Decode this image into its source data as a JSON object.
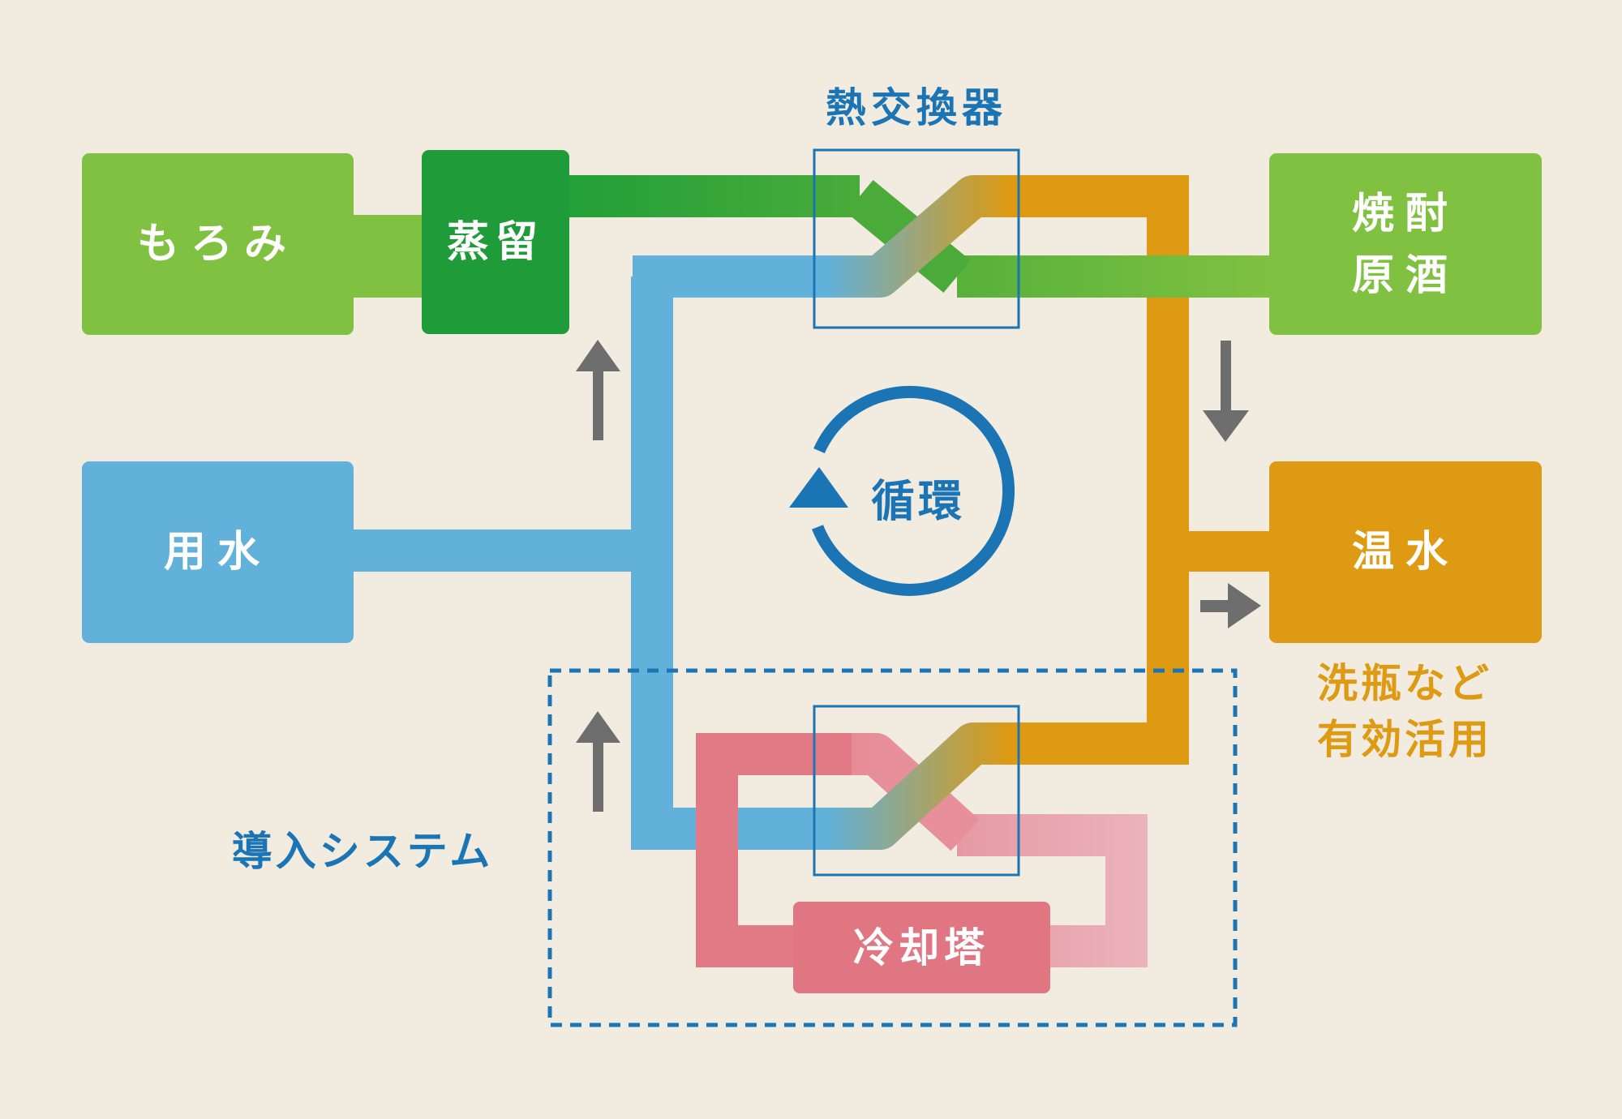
{
  "colors": {
    "background": "#f1ebe0",
    "green_light": "#80c142",
    "green_dark": "#1f9b3a",
    "pipe_green": "#4aab3a",
    "pipe_blue": "#62b1da",
    "pipe_orange": "#dd9a12",
    "pipe_pink": "#e27a86",
    "pipe_pink_light": "#ebb3bb",
    "water_blue": "#62b1da",
    "hot_orange": "#dd9a12",
    "cooling_pink": "#e17683",
    "accent_blue": "#1b75b5",
    "arrow_gray": "#6e6e6e"
  },
  "nodes": {
    "moromi": "もろみ",
    "distill": "蒸留",
    "shochu_line1": "焼酎",
    "shochu_line2": "原酒",
    "water": "用水",
    "hot_water": "温水",
    "cooling_tower": "冷却塔"
  },
  "labels": {
    "heat_exchanger": "熱交換器",
    "circulation": "循環",
    "system_introduced": "導入システム",
    "usage_line1": "洗瓶など",
    "usage_line2": "有効活用"
  },
  "icons": {
    "up_arrow": "up-arrow-icon",
    "down_arrow": "down-arrow-icon",
    "right_arrow": "right-arrow-icon",
    "cycle": "circular-arrow-icon"
  }
}
